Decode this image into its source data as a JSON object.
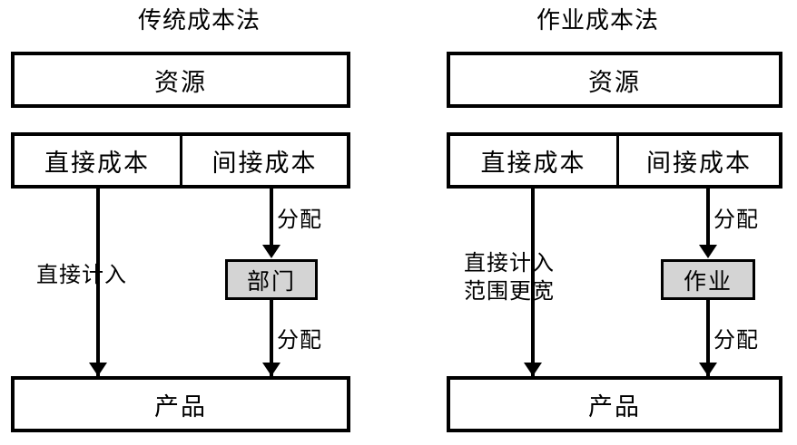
{
  "figure": {
    "type": "diagram",
    "subject": "cost-accounting-comparison",
    "panel_count": 2
  },
  "panels": [
    {
      "id": "traditional",
      "title": "传统成本法",
      "nodes": {
        "resource": "资源",
        "direct_cost": "直接成本",
        "indirect_cost": "间接成本",
        "pool": "部门",
        "product": "产品"
      },
      "edge_labels": {
        "indirect_to_pool": "分配",
        "direct_to_product": "直接计入",
        "pool_to_product": "分配"
      }
    },
    {
      "id": "activity-based",
      "title": "作业成本法",
      "nodes": {
        "resource": "资源",
        "direct_cost": "直接成本",
        "indirect_cost": "间接成本",
        "pool": "作业",
        "product": "产品"
      },
      "edge_labels": {
        "indirect_to_pool": "分配",
        "direct_to_product_line1": "直接计入",
        "direct_to_product_line2": "范围更宽",
        "pool_to_product": "分配"
      }
    }
  ],
  "colors": {
    "stroke": "#000000",
    "background": "#ffffff",
    "pool_fill": "#d4d4d4"
  }
}
